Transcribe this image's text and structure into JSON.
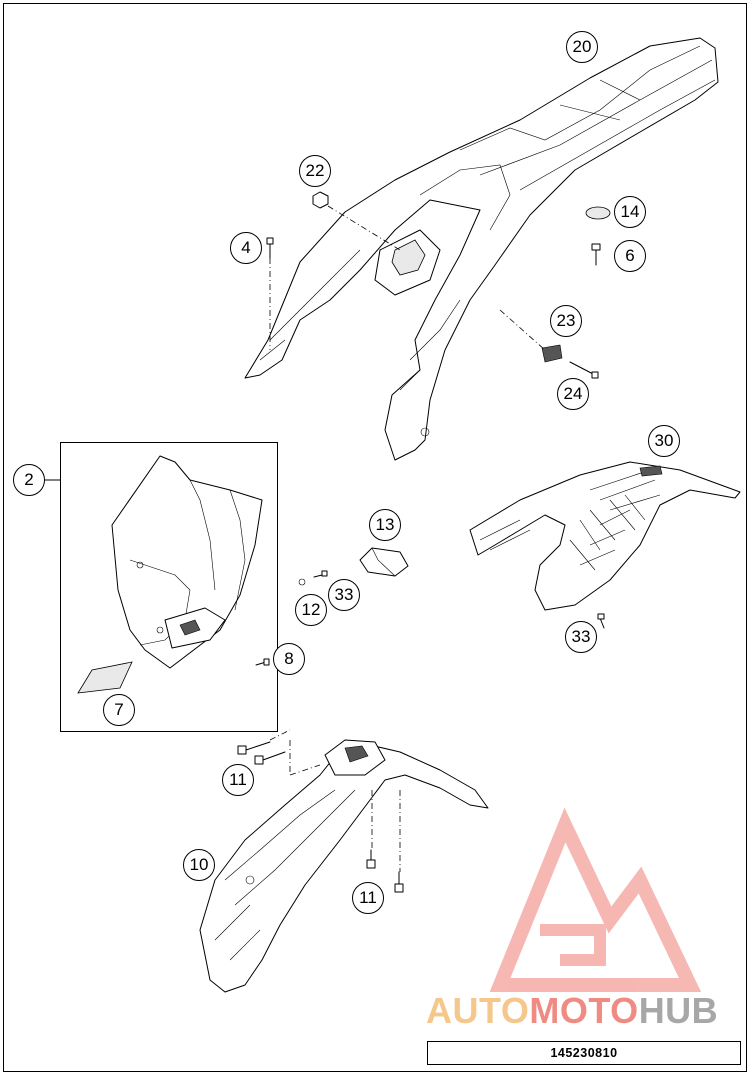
{
  "diagram_id": "145230810",
  "watermark": {
    "part1": "AUTO",
    "part2": "MOTO",
    "part3": "HUB",
    "colors": {
      "part1": "#f6c78a",
      "part2": "#f08b84",
      "part3": "#a7a7a7",
      "logo": "#f3a09a"
    }
  },
  "callouts": [
    {
      "id": "c20",
      "label": "20"
    },
    {
      "id": "c22",
      "label": "22"
    },
    {
      "id": "c4",
      "label": "4"
    },
    {
      "id": "c14",
      "label": "14"
    },
    {
      "id": "c6",
      "label": "6"
    },
    {
      "id": "c23",
      "label": "23"
    },
    {
      "id": "c24",
      "label": "24"
    },
    {
      "id": "c2",
      "label": "2"
    },
    {
      "id": "c30",
      "label": "30"
    },
    {
      "id": "c13",
      "label": "13"
    },
    {
      "id": "c33a",
      "label": "33"
    },
    {
      "id": "c12",
      "label": "12"
    },
    {
      "id": "c8",
      "label": "8"
    },
    {
      "id": "c7",
      "label": "7"
    },
    {
      "id": "c33b",
      "label": "33"
    },
    {
      "id": "c11a",
      "label": "11"
    },
    {
      "id": "c10",
      "label": "10"
    },
    {
      "id": "c11b",
      "label": "11"
    }
  ]
}
